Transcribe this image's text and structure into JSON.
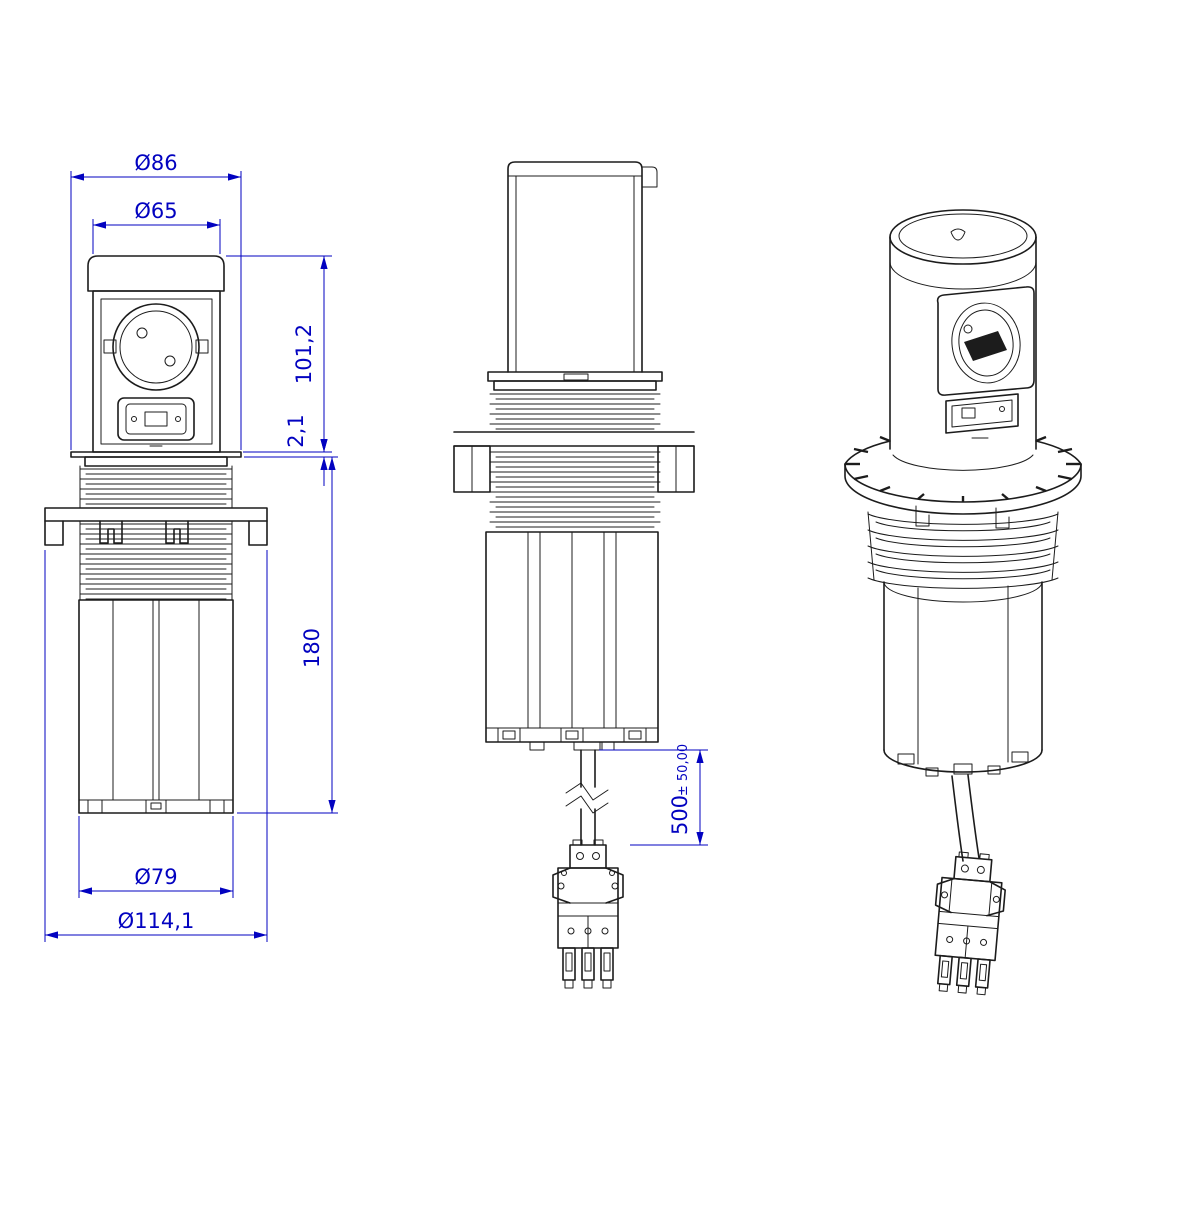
{
  "colors": {
    "line": "#1c1c1c",
    "dim": "#0202c0",
    "background": "#ffffff"
  },
  "dims": {
    "dia86": "Ø86",
    "dia65": "Ø65",
    "head_height": "101,2",
    "plate_thickness": "2,1",
    "body_height": "180",
    "dia79": "Ø79",
    "dia114": "Ø114,1",
    "cable_length": "500",
    "cable_tolerance": "± 50,00"
  }
}
